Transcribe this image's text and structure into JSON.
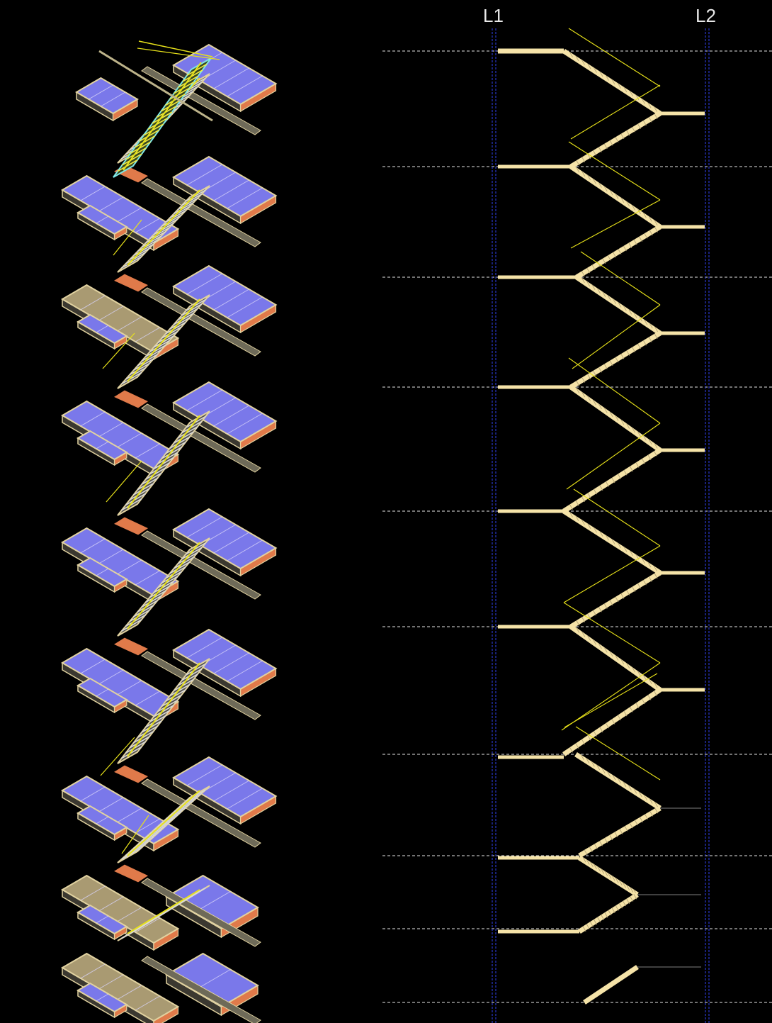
{
  "gridlines": {
    "labels": [
      "L1",
      "L2"
    ],
    "line_color": "#2a37c8",
    "level_line_color": "#ffffff"
  },
  "colors": {
    "background": "#000000",
    "stair": "#f5e3a8",
    "stair_edge": "#b9a878",
    "rail": "#e8e21a",
    "slab": "#7a78ea",
    "slab_edge": "#e1d2a0",
    "slab_side": "#e07a4a",
    "wood": "#a99a72",
    "selected": "#7fe6e6",
    "terminal_line": "#555555"
  },
  "views": {
    "isometric": "isometric-stair-model",
    "section": "stair-section-elevation"
  },
  "model": {
    "floors": 9,
    "selected_flight": 1
  }
}
